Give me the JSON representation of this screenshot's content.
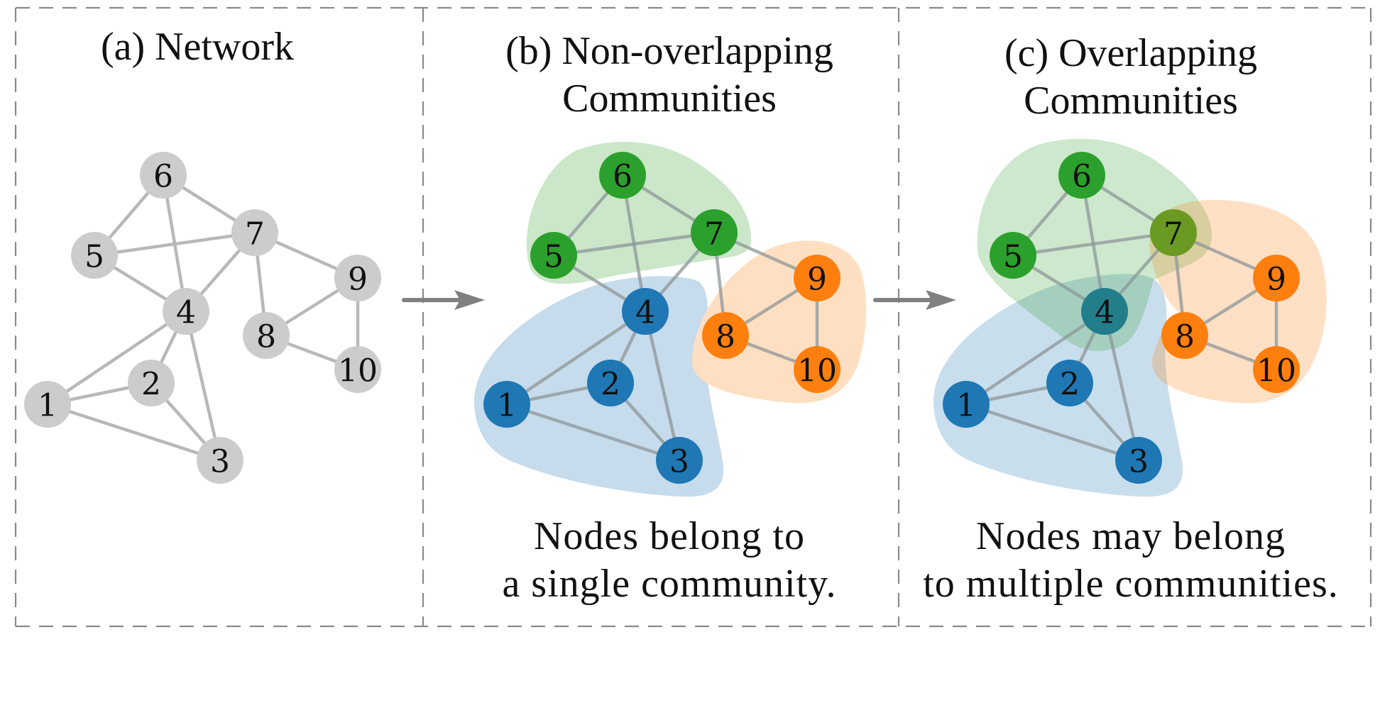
{
  "panels": [
    {
      "id": "a",
      "title_lines": [
        "(a) Network"
      ],
      "caption_lines": []
    },
    {
      "id": "b",
      "title_lines": [
        "(b) Non-overlapping",
        "Communities"
      ],
      "caption_lines": [
        "Nodes belong to",
        "a single community."
      ]
    },
    {
      "id": "c",
      "title_lines": [
        "(c) Overlapping",
        "Communities"
      ],
      "caption_lines": [
        "Nodes may belong",
        "to multiple communities."
      ]
    }
  ],
  "graph": {
    "nodes": [
      "1",
      "2",
      "3",
      "4",
      "5",
      "6",
      "7",
      "8",
      "9",
      "10"
    ],
    "edges": [
      [
        "1",
        "2"
      ],
      [
        "1",
        "3"
      ],
      [
        "1",
        "4"
      ],
      [
        "2",
        "3"
      ],
      [
        "2",
        "4"
      ],
      [
        "3",
        "4"
      ],
      [
        "4",
        "5"
      ],
      [
        "4",
        "6"
      ],
      [
        "4",
        "7"
      ],
      [
        "5",
        "6"
      ],
      [
        "5",
        "7"
      ],
      [
        "6",
        "7"
      ],
      [
        "7",
        "8"
      ],
      [
        "7",
        "9"
      ],
      [
        "8",
        "9"
      ],
      [
        "8",
        "10"
      ],
      [
        "9",
        "10"
      ]
    ]
  },
  "communities": {
    "non_overlapping": [
      {
        "name": "blue",
        "members": [
          "1",
          "2",
          "3",
          "4"
        ],
        "color": "#1f77b4",
        "hull": "#c6dbeb"
      },
      {
        "name": "green",
        "members": [
          "5",
          "6",
          "7"
        ],
        "color": "#2ca02c",
        "hull": "#cbe6c9"
      },
      {
        "name": "orange",
        "members": [
          "8",
          "9",
          "10"
        ],
        "color": "#ff7f0e",
        "hull": "#ffdfc2"
      }
    ],
    "overlapping": [
      {
        "name": "blue",
        "members": [
          "1",
          "2",
          "3",
          "4"
        ],
        "color": "#1f77b4",
        "hull": "#1f77b4"
      },
      {
        "name": "green",
        "members": [
          "4",
          "5",
          "6",
          "7"
        ],
        "color": "#2ca02c",
        "hull": "#2ca02c"
      },
      {
        "name": "orange",
        "members": [
          "7",
          "8",
          "9",
          "10"
        ],
        "color": "#ff7f0e",
        "hull": "#ff7f0e"
      }
    ],
    "overlap_node_colors": {
      "4": "#237e8c",
      "7": "#6a9a22"
    }
  },
  "colors": {
    "plain_node": "#cccccc",
    "frame": "#8a8a8a",
    "arrow": "#808080"
  }
}
